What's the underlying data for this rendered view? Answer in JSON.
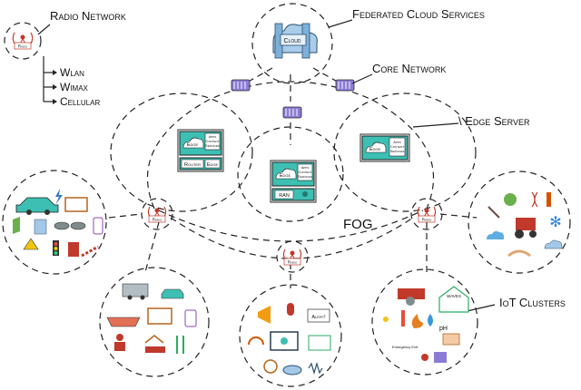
{
  "labels": {
    "radio_network": "Radio Network",
    "federated_cloud": "Federated Cloud Services",
    "core_network": "Core Network",
    "edge_server": "\\ Edge Server",
    "fog": "FOG",
    "iot_clusters": "IoT Clusters"
  },
  "radio_list": [
    "Wlan",
    "Wimax",
    "Cellular"
  ],
  "cloud_label": "Cloud",
  "radio_icon_label": "Radio",
  "edge_server": {
    "title": "Edge",
    "apps": [
      "Apps",
      "Content",
      "Services"
    ],
    "left_footer": [
      "Router",
      "Edge"
    ],
    "center_footer": "RAN"
  },
  "iot_tags": {
    "alert": "Alert!",
    "waves": "WAVES",
    "emergency": "Emergency Exit",
    "ph": "pH"
  },
  "colors": {
    "teal": "#3dbfb3",
    "router_purple": "#8c7bd6",
    "radio_red": "#c0392b",
    "line": "#222222"
  }
}
